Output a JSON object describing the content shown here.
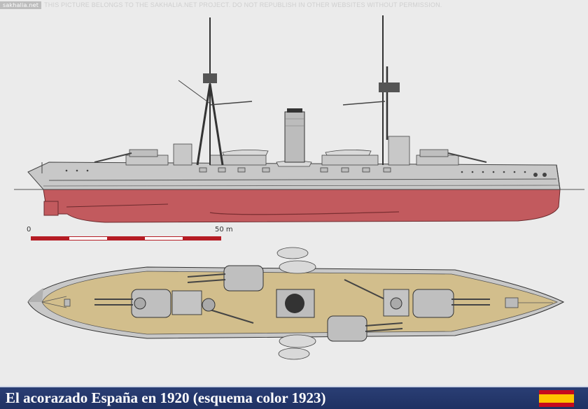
{
  "watermark": {
    "logo": "sakhalia.net",
    "text": "THIS PICTURE BELONGS TO THE SAKHALIA.NET PROJECT. DO NOT REPUBLISH IN OTHER WEBSITES WITHOUT PERMISSION."
  },
  "scale": {
    "start_label": "0",
    "end_label": "50 m",
    "segments": 5
  },
  "footer": {
    "title": "El acorazado España en 1920 (esquema color 1923)"
  },
  "colors": {
    "hull_red": "#c25a5e",
    "superstructure_grey": "#c8c8c8",
    "deck_tan": "#d2be8c",
    "footer_blue": "#24376b",
    "flag_red": "#c60b1e",
    "flag_yellow": "#ffc400"
  }
}
